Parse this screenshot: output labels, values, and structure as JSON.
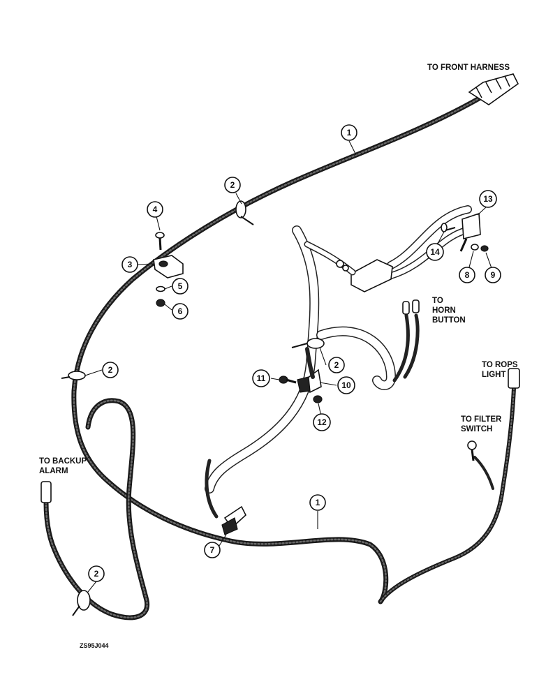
{
  "labels": {
    "front_harness": "TO FRONT HARNESS",
    "horn_button_1": "TO",
    "horn_button_2": "HORN",
    "horn_button_3": "BUTTON",
    "rops_light_1": "TO ROPS",
    "rops_light_2": "LIGHT",
    "filter_switch_1": "TO FILTER",
    "filter_switch_2": "SWITCH",
    "backup_alarm_1": "TO BACKUP",
    "backup_alarm_2": "ALARM"
  },
  "drawing_code": "ZS95J044",
  "callouts": [
    "1",
    "2",
    "3",
    "4",
    "5",
    "6",
    "7",
    "8",
    "9",
    "10",
    "11",
    "12",
    "13",
    "14"
  ],
  "colors": {
    "line": "#111111",
    "background": "#ffffff"
  }
}
